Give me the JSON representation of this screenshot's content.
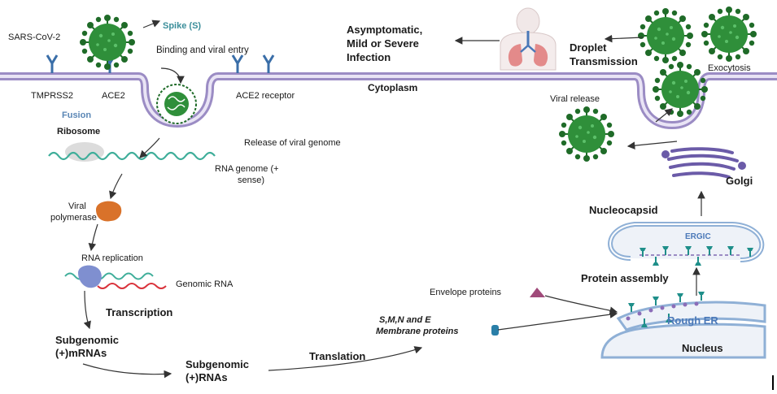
{
  "labels": {
    "sars_cov2": "SARS-CoV-2",
    "spike": "Spike (S)",
    "binding": "Binding and viral entry",
    "tmprss2": "TMPRSS2",
    "ace2": "ACE2",
    "fusion": "Fusion",
    "ace2_receptor": "ACE2 receptor",
    "cytoplasm": "Cytoplasm",
    "ribosome": "Ribosome",
    "release_genome": "Release of viral genome",
    "rna_genome_1": "RNA genome (+",
    "rna_genome_2": "sense)",
    "viral_1": "Viral",
    "viral_2": "polymerase",
    "rna_replication": "RNA replication",
    "genomic_rna": "Genomic RNA",
    "transcription": "Transcription",
    "subgenomic_m_1": "Subgenomic",
    "subgenomic_m_2": "(+)mRNAs",
    "subgenomic_r_1": "Subgenomic",
    "subgenomic_r_2": "(+)RNAs",
    "translation": "Translation",
    "smne_1": "S,M,N and E",
    "smne_2": "Membrane proteins",
    "envelope": "Envelope proteins",
    "asym_1": "Asymptomatic,",
    "asym_2": "Mild or Severe",
    "asym_3": "Infection",
    "droplet_1": "Droplet",
    "droplet_2": "Transmission",
    "exocytosis": "Exocytosis",
    "viral_release": "Viral release",
    "golgi": "Golgi",
    "nucleocapsid": "Nucleocapsid",
    "ergic": "ERGIC",
    "protein_assembly": "Protein assembly",
    "rough_er": "Rough ER",
    "nucleus": "Nucleus"
  },
  "colors": {
    "membrane": "#9b8cc4",
    "membrane_fill": "#e9e4f5",
    "virus": "#2f8f3a",
    "virus_dark": "#1f6b28",
    "receptor": "#3a6ea8",
    "rna_green": "#3fae9a",
    "rna_red": "#d9323b",
    "polymerase": "#d9722a",
    "replicase": "#7f8fd0",
    "golgi": "#6b5ba8",
    "er": "#8fb0d6",
    "protein_teal": "#1f8f8a",
    "envelope": "#a04a7a"
  }
}
